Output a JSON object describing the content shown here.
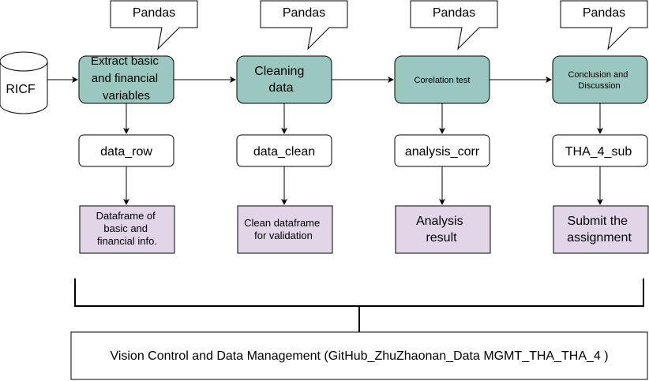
{
  "source": {
    "label": "RICF"
  },
  "callouts": [
    "Pandas",
    "Pandas",
    "Pandas",
    "Pandas"
  ],
  "steps": [
    {
      "lines": [
        "Extract  basic",
        "and financial",
        "variables"
      ]
    },
    {
      "lines": [
        "Cleaning",
        "data"
      ]
    },
    {
      "lines": [
        "Corelation test"
      ]
    },
    {
      "lines": [
        "Conclusion and",
        "Discussion"
      ]
    }
  ],
  "outputs": [
    "data_row",
    "data_clean",
    "analysis_corr",
    "THA_4_sub"
  ],
  "results": [
    {
      "lines": [
        "Dataframe of",
        "basic and",
        "financial info."
      ]
    },
    {
      "lines": [
        "Clean dataframe",
        "for validation"
      ]
    },
    {
      "lines": [
        "Analysis",
        "result"
      ]
    },
    {
      "lines": [
        "Submit the",
        "assignment"
      ]
    }
  ],
  "footer": {
    "label": "Vision Control and Data Management (GitHub_ZhuZhaonan_Data MGMT_THA_THA_4 )"
  },
  "colors": {
    "step_fill": "#9ac7bf",
    "result_fill": "#e1d5e7",
    "stroke": "#000000",
    "line": "#000000"
  }
}
